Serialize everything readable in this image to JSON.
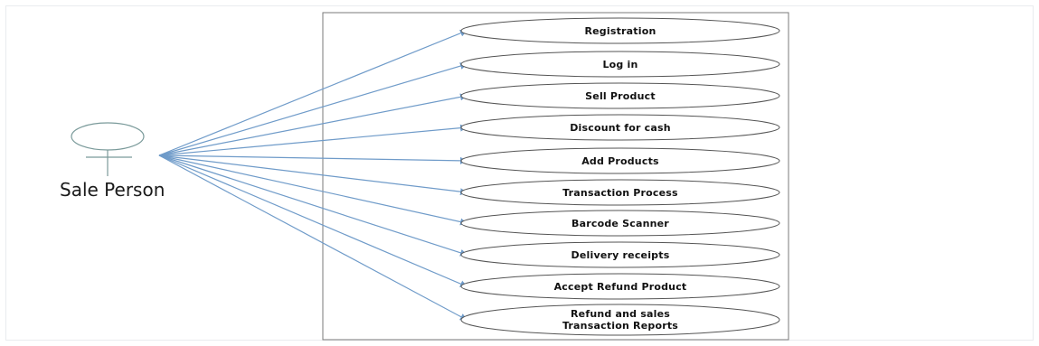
{
  "diagram": {
    "actor": {
      "name": "Sale Person"
    },
    "use_cases": [
      {
        "id": "registration",
        "label": "Registration"
      },
      {
        "id": "log-in",
        "label": "Log in"
      },
      {
        "id": "sell-product",
        "label": "Sell Product"
      },
      {
        "id": "discount-for-cash",
        "label": "Discount for cash"
      },
      {
        "id": "add-products",
        "label": "Add Products"
      },
      {
        "id": "transaction-process",
        "label": "Transaction Process"
      },
      {
        "id": "barcode-scanner",
        "label": "Barcode Scanner"
      },
      {
        "id": "delivery-receipts",
        "label": "Delivery receipts"
      },
      {
        "id": "accept-refund-product",
        "label": "Accept Refund Product"
      },
      {
        "id": "refund-and-sales-transaction-reports",
        "label": "Refund and sales",
        "label_line2": "Transaction Reports"
      }
    ],
    "colors": {
      "association_line": "#6f9bc9",
      "ellipse_stroke": "#555555",
      "system_border": "#7a7a7a",
      "actor_stroke": "#7a9a9a"
    }
  }
}
